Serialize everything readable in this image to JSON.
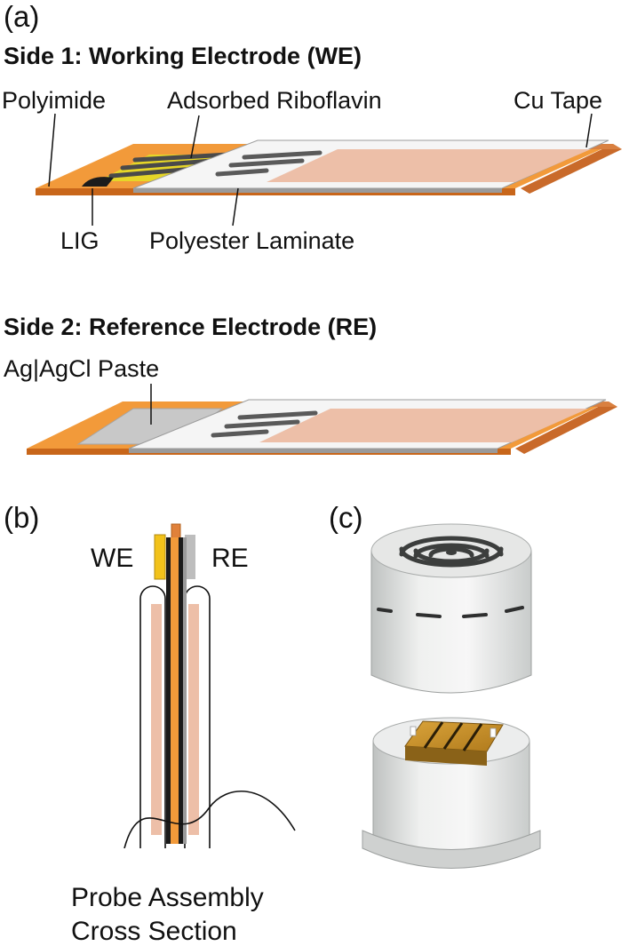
{
  "panel_a": {
    "letter": "(a)",
    "side1_title": "Side 1: Working Electrode (WE)",
    "side2_title": "Side 2: Reference Electrode (RE)",
    "labels": {
      "polyimide": "Polyimide",
      "riboflavin": "Adsorbed Riboflavin",
      "cu_tape": "Cu Tape",
      "lig": "LIG",
      "laminate": "Polyester Laminate",
      "agcl": "Ag|AgCl Paste"
    }
  },
  "panel_b": {
    "letter": "(b)",
    "we": "WE",
    "re": "RE",
    "caption_line1": "Probe Assembly",
    "caption_line2": "Cross Section"
  },
  "panel_c": {
    "letter": "(c)"
  },
  "colors": {
    "polyimide": "#F29A3A",
    "polyimide_edge": "#C8661A",
    "copper": "#C96A2A",
    "laminate": "#EDBFA8",
    "laminate_edge": "#B8B8B8",
    "lig": "#555555",
    "riboflavin": "#E6D628",
    "agcl": "#C8C8C8",
    "probe_grey": "#E2E4E3"
  }
}
